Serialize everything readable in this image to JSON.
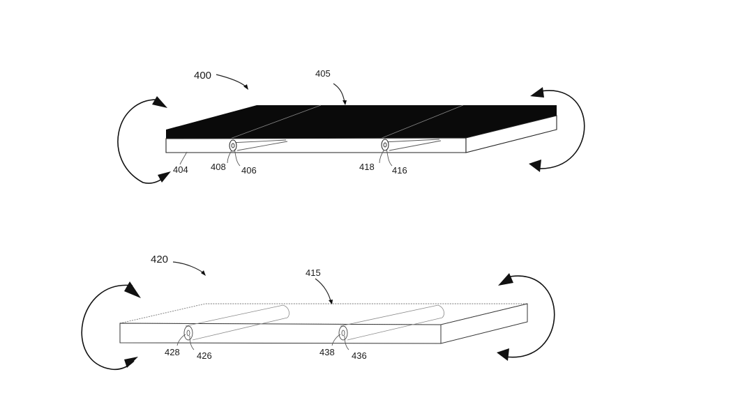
{
  "figure": {
    "device_top": {
      "ref": "400",
      "panel_ref": "405",
      "edge_ref": "404",
      "hinge_left": {
        "outer": "408",
        "inner": "406"
      },
      "hinge_right": {
        "outer": "418",
        "inner": "416"
      },
      "panel_color": "#0a0a0a"
    },
    "device_bottom": {
      "ref": "420",
      "panel_ref": "415",
      "hinge_left": {
        "outer": "428",
        "inner": "426"
      },
      "hinge_right": {
        "outer": "438",
        "inner": "436"
      }
    },
    "rotation_arrow_icon": "curved-rotation-arrow"
  }
}
